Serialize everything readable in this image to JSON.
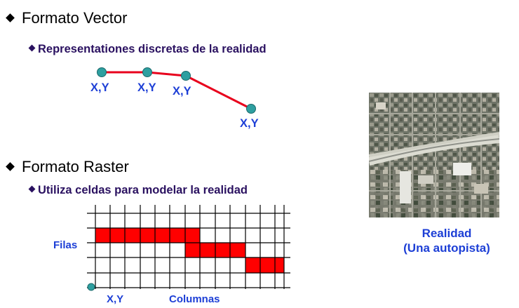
{
  "vector": {
    "heading": "Formato Vector",
    "subheading": "Representationes discretas de la realidad",
    "point_labels": [
      "X,Y",
      "X,Y",
      "X,Y",
      "X,Y"
    ]
  },
  "raster": {
    "heading": "Formato Raster",
    "subheading": "Utiliza celdas para modelar la realidad",
    "rows_label": "Filas",
    "origin_label": "X,Y",
    "columns_label": "Columnas"
  },
  "reality": {
    "line1": "Realidad",
    "line2": "(Una autopista)"
  },
  "colors": {
    "line": "#e8001c",
    "point": "#2e9fa0",
    "cell": "#ff0000",
    "label": "#1d3fd6",
    "subheading": "#2a1160"
  }
}
